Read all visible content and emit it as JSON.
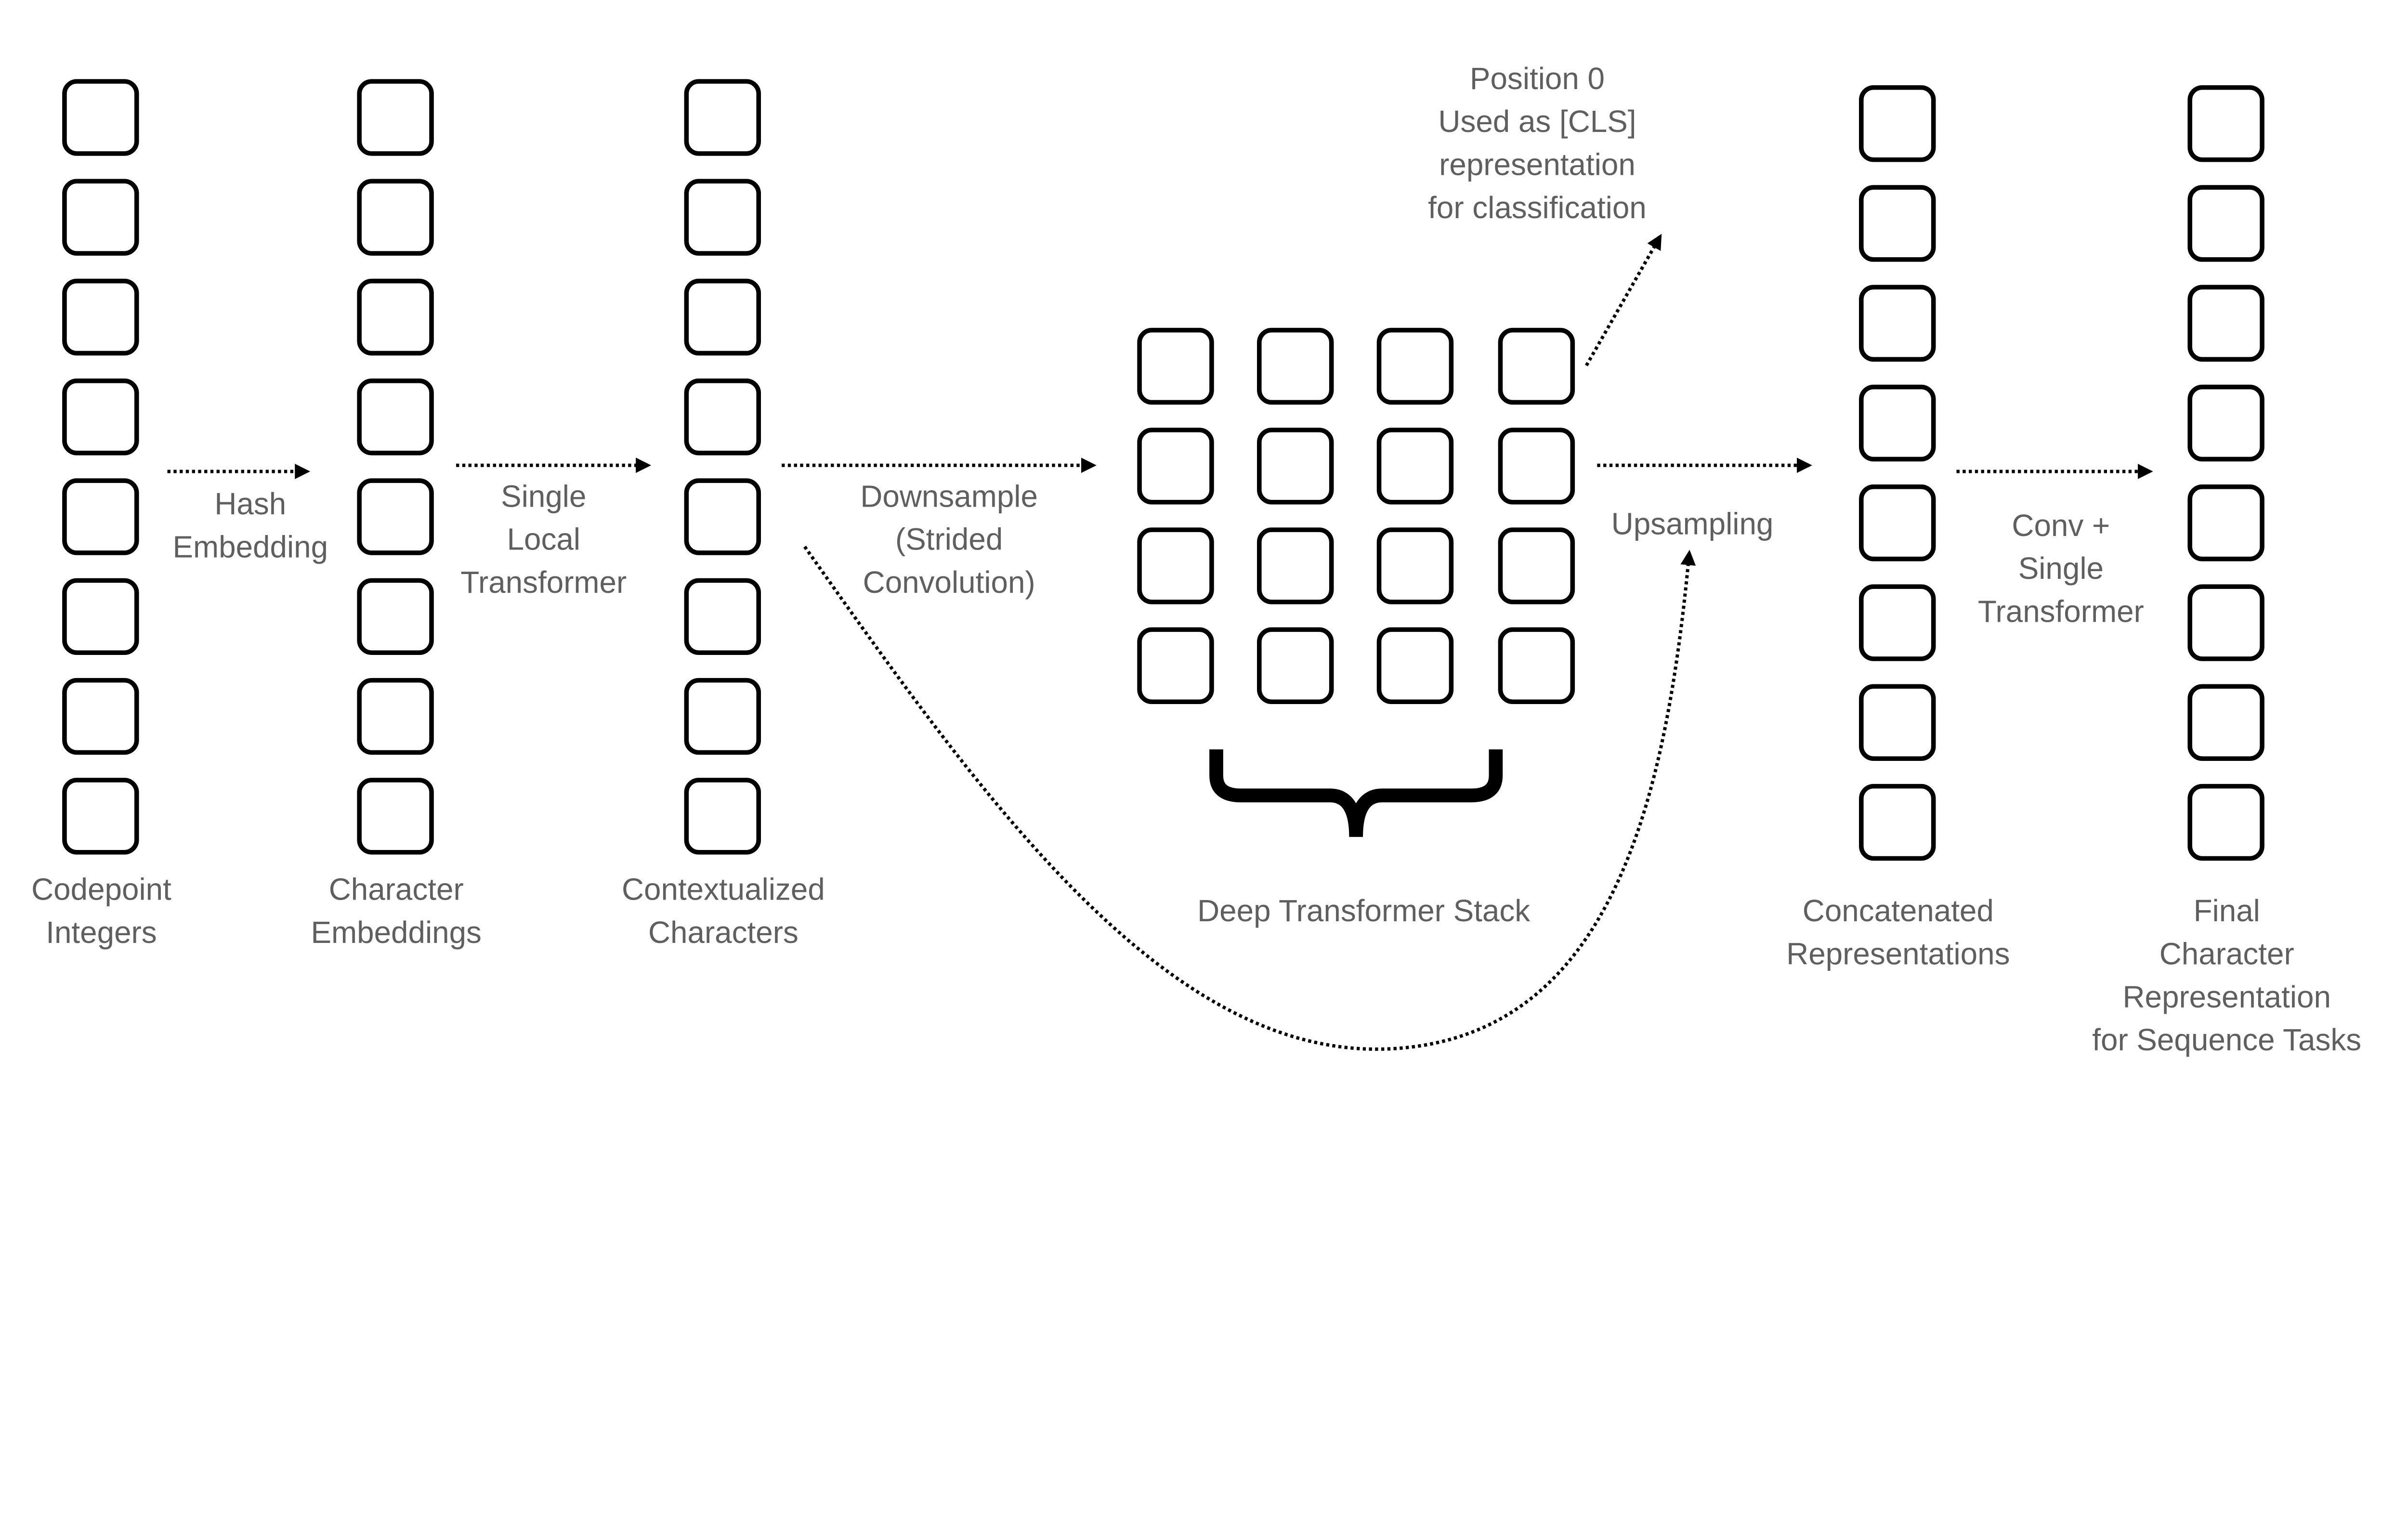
{
  "columns": [
    {
      "label": [
        "Codepoint",
        "Integers"
      ]
    },
    {
      "label": [
        "Character",
        "Embeddings"
      ]
    },
    {
      "label": [
        "Contextualized",
        "Characters"
      ]
    },
    {
      "label": [
        "Concatenated",
        "Representations"
      ]
    },
    {
      "label": [
        "Final",
        "Character",
        "Representation",
        "for Sequence Tasks"
      ]
    }
  ],
  "grid": {
    "rows": 4,
    "cols": 4,
    "label": "Deep Transformer Stack"
  },
  "arrows": [
    {
      "label": [
        "Hash",
        "Embedding"
      ]
    },
    {
      "label": [
        "Single",
        "Local",
        "Transformer"
      ]
    },
    {
      "label": [
        "Downsample",
        "(Strided",
        "Convolution)"
      ]
    },
    {
      "label": [
        "Upsampling"
      ]
    },
    {
      "label": [
        "Conv +",
        "Single",
        "Transformer"
      ]
    }
  ],
  "cls_note": [
    "Position 0",
    "Used as [CLS]",
    "representation",
    "for classification"
  ],
  "boxes_per_column": 8,
  "colors": {
    "stroke": "#000000",
    "text": "#5f5f5f"
  }
}
